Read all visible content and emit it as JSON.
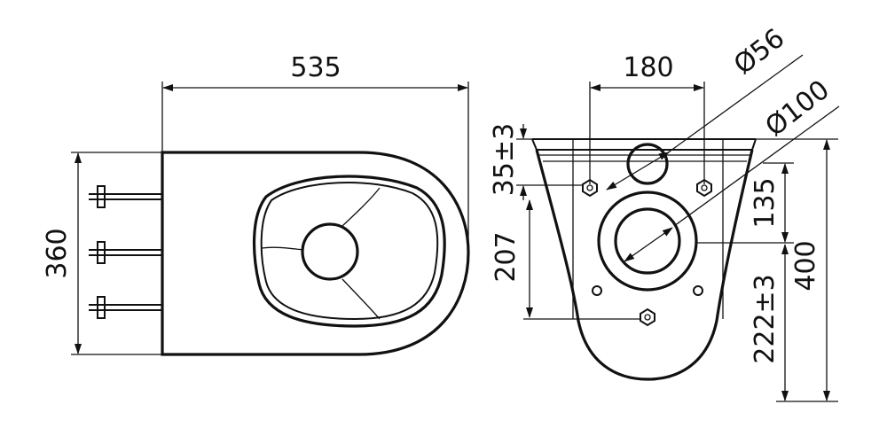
{
  "drawing": {
    "top_view": {
      "length": "535",
      "width": "360"
    },
    "front_view": {
      "spacing": "180",
      "diameter_inlet": "Ø56",
      "diameter_outlet": "Ø100",
      "offset_top": "35±3",
      "height_207": "207",
      "height_135": "135",
      "height_total": "400",
      "height_222": "222±3"
    }
  }
}
